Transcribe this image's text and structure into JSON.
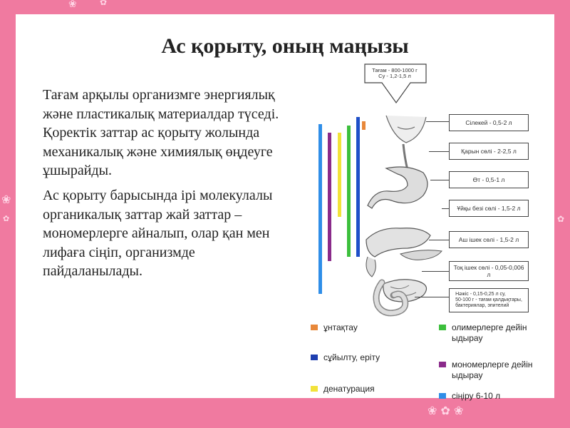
{
  "title": "Ас қорыту, оның маңызы",
  "paragraphs": [
    "Тағам арқылы организмге энергиялық және пластикалық материалдар түседі. Қоректік заттар ас қорыту жолында механикалық және химиялық өңдеуге ұшырайды.",
    "Ас қорыту барысында ірі молекулалы органикалық заттар жай заттар – мономерлерге айналып, олар қан мен лифаға сіңіп, организмде пайдаланылады."
  ],
  "figure": {
    "intake_label": "Тағам - 800-1000 г\nСу - 1,2-1,5 л",
    "callouts": [
      "Сілекей - 0,5-2 л",
      "Қарын сөлі - 2-2,5 л",
      "Өт - 0,5-1 л",
      "Ұйқы безі сөлі - 1,5-2 л",
      "Аш ішек сөлі - 1,5-2 л",
      "Тоқ ішек сөлі - 0,05-0,006 л",
      "Нәжіс - 0,15-0,25 л су,\n50-100 г - тағам қалдықтары,\nбактериялар, эпителий"
    ],
    "bars": [
      {
        "color": "#e8883a",
        "level": "mouth"
      },
      {
        "color": "#1e4fc8",
        "level": "mouth-small-intestine"
      },
      {
        "color": "#f2e23a",
        "level": "stomach-liver"
      },
      {
        "color": "#3cbf3c",
        "level": "mouth-small-intestine"
      },
      {
        "color": "#8a2a8a",
        "level": "stomach-small-intestine"
      },
      {
        "color": "#2f8ee8",
        "level": "mouth-large-intestine"
      }
    ]
  },
  "legend": [
    {
      "label": "ұнтақтау",
      "color": "#e8883a"
    },
    {
      "label": "олимерлерге дейін ыдырау",
      "color": "#3cbf3c"
    },
    {
      "label": "сұйылту, еріту",
      "color": "#1e3fb0"
    },
    {
      "label": "мономерлерге дейін ыдырау",
      "color": "#8a2a8a"
    },
    {
      "label": "денатурация",
      "color": "#f2e23a"
    },
    {
      "label": "сіңіру 6-10 л",
      "color": "#2f8ee8"
    }
  ]
}
